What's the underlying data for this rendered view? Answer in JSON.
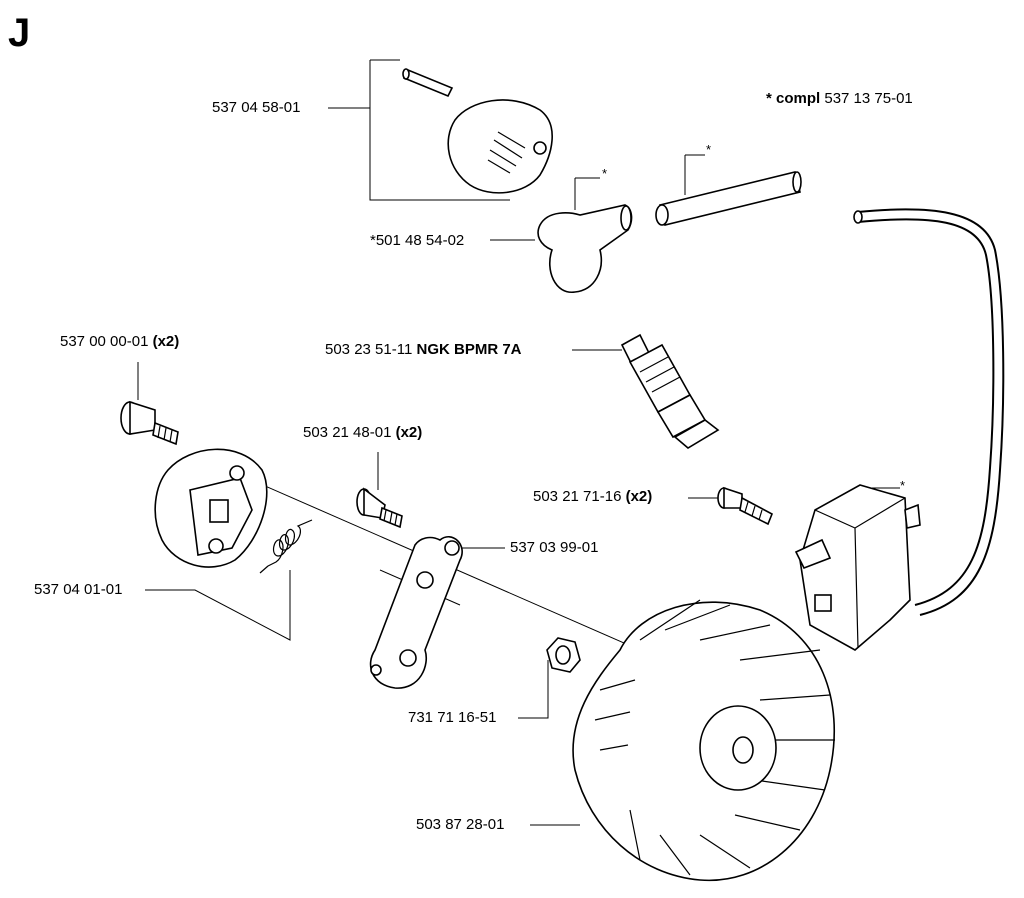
{
  "section_letter": "J",
  "callouts": {
    "cap": "537 04 58-01",
    "compl_prefix": "* compl",
    "compl_number": "537 13 75-01",
    "boot": "*501 48 54-02",
    "plug_number": "503 23 51-11",
    "plug_type": "NGK BPMR 7A",
    "screw_a_number": "537 00 00-01",
    "screw_a_qty": "(x2)",
    "screw_b_number": "503 21 48-01",
    "screw_b_qty": "(x2)",
    "screw_c_number": "503 21 71-16",
    "screw_c_qty": "(x2)",
    "bracket": "537 03 99-01",
    "pawl": "537 04 01-01",
    "nut": "731 71 16-51",
    "flywheel": "503 87 28-01",
    "asterisk": "*"
  }
}
